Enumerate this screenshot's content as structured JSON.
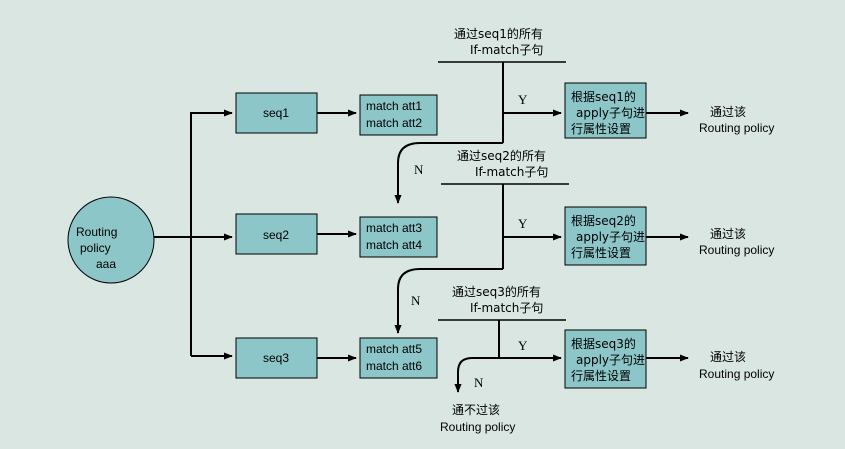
{
  "routing_policy": {
    "line1": "Routing",
    "line2": "policy",
    "line3": "aaa"
  },
  "seqs": [
    {
      "label": "seq1",
      "match1": "match att1",
      "match2": "match att2",
      "cond1": "通过seq1的所有",
      "cond2": "If-match子句",
      "apply1": "根据seq1的",
      "apply2": "apply子句进",
      "apply3": "行属性设置",
      "result1": "通过该",
      "result2": "Routing policy"
    },
    {
      "label": "seq2",
      "match1": "match att3",
      "match2": "match att4",
      "cond1": "通过seq2的所有",
      "cond2": "If-match子句",
      "apply1": "根据seq2的",
      "apply2": "apply子句进",
      "apply3": "行属性设置",
      "result1": "通过该",
      "result2": "Routing policy"
    },
    {
      "label": "seq3",
      "match1": "match att5",
      "match2": "match att6",
      "cond1": "通过seq3的所有",
      "cond2": "If-match子句",
      "apply1": "根据seq3的",
      "apply2": "apply子句进",
      "apply3": "行属性设置",
      "result1": "通过该",
      "result2": "Routing policy"
    }
  ],
  "labels": {
    "yes": "Y",
    "no": "N"
  },
  "fail": {
    "line1": "通不过该",
    "line2": "Routing policy"
  }
}
